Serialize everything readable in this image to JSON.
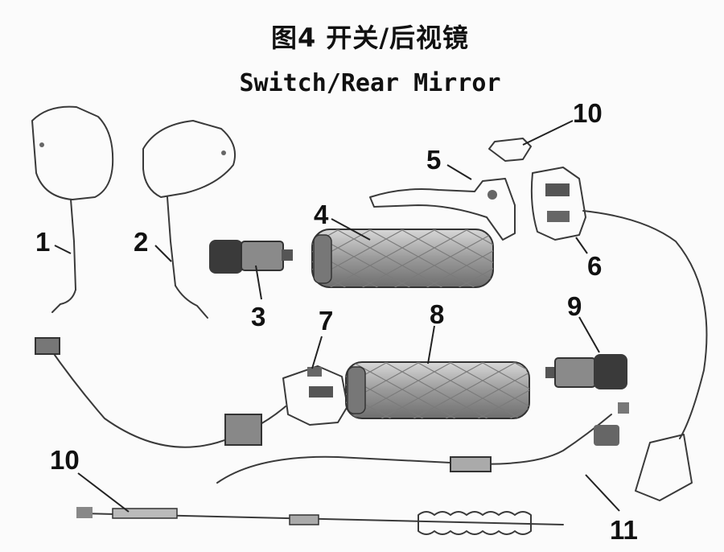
{
  "title_cn": "图4 开关/后视镜",
  "title_en": "Switch/Rear Mirror",
  "callouts": {
    "c1": "1",
    "c2": "2",
    "c3": "3",
    "c4": "4",
    "c5": "5",
    "c6": "6",
    "c7": "7",
    "c8": "8",
    "c9": "9",
    "c10a": "10",
    "c10b": "10",
    "c11": "11"
  }
}
